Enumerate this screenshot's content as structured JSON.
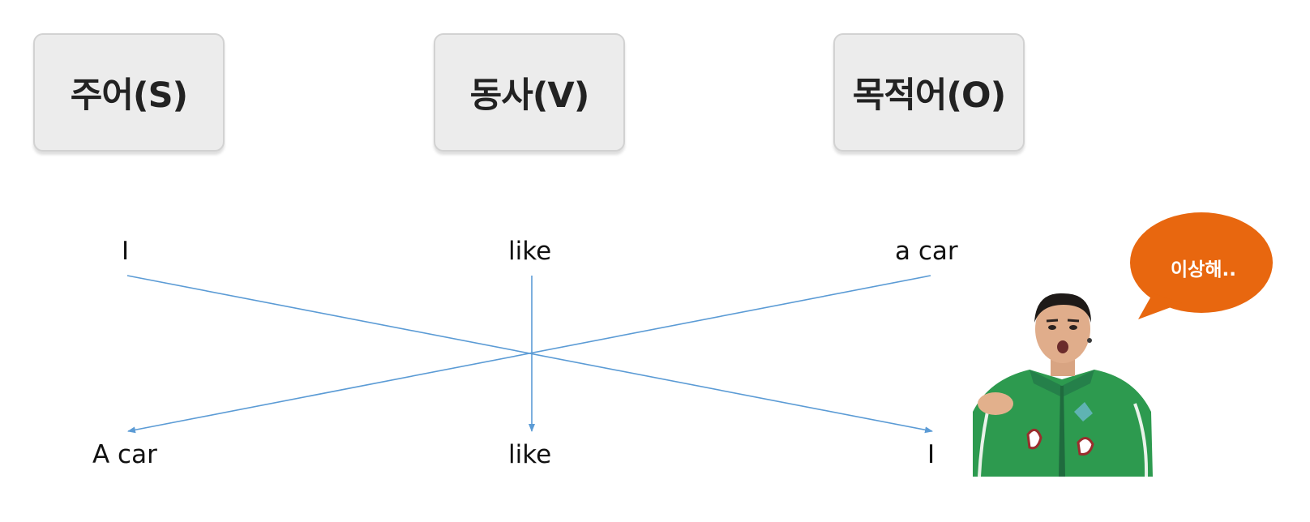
{
  "roles": {
    "subject": "주어(S)",
    "verb": "동사(V)",
    "object": "목적어(O)"
  },
  "top_row": {
    "subject": "I",
    "verb": "like",
    "object": "a car"
  },
  "bottom_row": {
    "subject": "A car",
    "verb": "like",
    "object": "I"
  },
  "speech_bubble": {
    "text": "이상해.."
  },
  "colors": {
    "arrow": "#5b9bd5",
    "bubble": "#e8670f",
    "box_fill": "#ececec",
    "jacket": "#2d9a4f"
  }
}
